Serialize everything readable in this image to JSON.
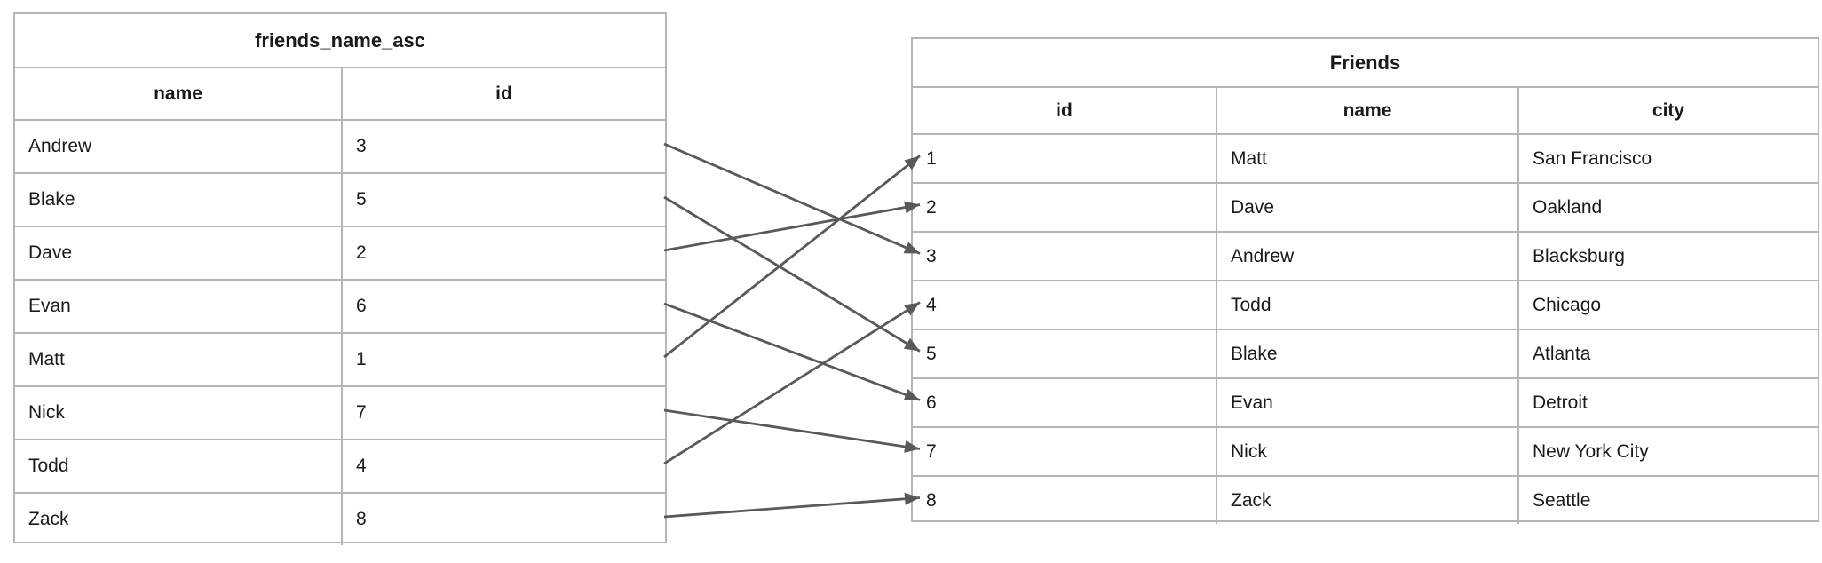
{
  "index_table": {
    "title": "friends_name_asc",
    "columns": [
      "name",
      "id"
    ],
    "rows": [
      {
        "name": "Andrew",
        "id": "3"
      },
      {
        "name": "Blake",
        "id": "5"
      },
      {
        "name": "Dave",
        "id": "2"
      },
      {
        "name": "Evan",
        "id": "6"
      },
      {
        "name": "Matt",
        "id": "1"
      },
      {
        "name": "Nick",
        "id": "7"
      },
      {
        "name": "Todd",
        "id": "4"
      },
      {
        "name": "Zack",
        "id": "8"
      }
    ]
  },
  "friends_table": {
    "title": "Friends",
    "columns": [
      "id",
      "name",
      "city"
    ],
    "rows": [
      {
        "id": "1",
        "name": "Matt",
        "city": "San Francisco"
      },
      {
        "id": "2",
        "name": "Dave",
        "city": "Oakland"
      },
      {
        "id": "3",
        "name": "Andrew",
        "city": "Blacksburg"
      },
      {
        "id": "4",
        "name": "Todd",
        "city": "Chicago"
      },
      {
        "id": "5",
        "name": "Blake",
        "city": "Atlanta"
      },
      {
        "id": "6",
        "name": "Evan",
        "city": "Detroit"
      },
      {
        "id": "7",
        "name": "Nick",
        "city": "New York City"
      },
      {
        "id": "8",
        "name": "Zack",
        "city": "Seattle"
      }
    ]
  },
  "mappings": [
    {
      "name": "Andrew",
      "id": "3"
    },
    {
      "name": "Blake",
      "id": "5"
    },
    {
      "name": "Dave",
      "id": "2"
    },
    {
      "name": "Evan",
      "id": "6"
    },
    {
      "name": "Matt",
      "id": "1"
    },
    {
      "name": "Nick",
      "id": "7"
    },
    {
      "name": "Todd",
      "id": "4"
    },
    {
      "name": "Zack",
      "id": "8"
    }
  ],
  "colors": {
    "background": "#ffffff",
    "table_border": "#b5b5b5",
    "text": "#1a1a1a",
    "arrow": "#58595b"
  }
}
